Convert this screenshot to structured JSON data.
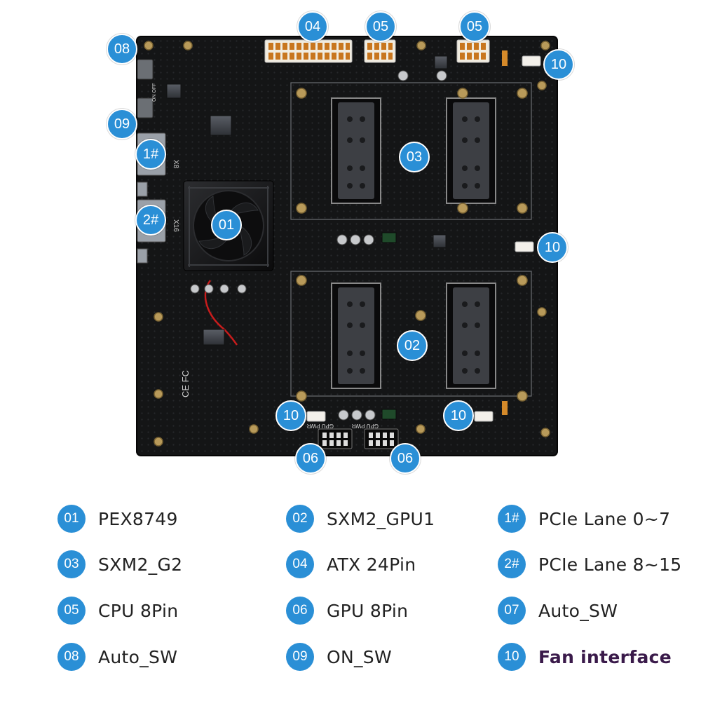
{
  "board": {
    "silkscreen": {
      "x8": "X8",
      "x16": "X16",
      "gpu_pwr": "GPU PWR",
      "fc_ce": "CE FC",
      "on_off": "ON OFF"
    },
    "callouts": [
      {
        "id": "c01",
        "label": "01"
      },
      {
        "id": "c02",
        "label": "02"
      },
      {
        "id": "c03",
        "label": "03"
      },
      {
        "id": "c04",
        "label": "04"
      },
      {
        "id": "c05a",
        "label": "05"
      },
      {
        "id": "c05b",
        "label": "05"
      },
      {
        "id": "c06a",
        "label": "06"
      },
      {
        "id": "c06b",
        "label": "06"
      },
      {
        "id": "c08",
        "label": "08"
      },
      {
        "id": "c09",
        "label": "09"
      },
      {
        "id": "c1h",
        "label": "1#"
      },
      {
        "id": "c2h",
        "label": "2#"
      },
      {
        "id": "c10a",
        "label": "10"
      },
      {
        "id": "c10b",
        "label": "10"
      },
      {
        "id": "c10c",
        "label": "10"
      },
      {
        "id": "c10d",
        "label": "10"
      }
    ]
  },
  "legend": {
    "items": [
      {
        "badge": "01",
        "label": "PEX8749"
      },
      {
        "badge": "02",
        "label": "SXM2_GPU1"
      },
      {
        "badge": "1#",
        "label": "PCIe Lane 0~7"
      },
      {
        "badge": "03",
        "label": "SXM2_G2"
      },
      {
        "badge": "04",
        "label": "ATX 24Pin"
      },
      {
        "badge": "2#",
        "label": "PCIe Lane 8~15"
      },
      {
        "badge": "05",
        "label": "CPU 8Pin"
      },
      {
        "badge": "06",
        "label": "GPU 8Pin"
      },
      {
        "badge": "07",
        "label": "Auto_SW"
      },
      {
        "badge": "08",
        "label": "Auto_SW"
      },
      {
        "badge": "09",
        "label": "ON_SW"
      },
      {
        "badge": "10",
        "label": "Fan interface"
      }
    ]
  },
  "colors": {
    "accent": "#2a8fd6",
    "board": "#121314",
    "gold": "#b89a5a",
    "emphasis_label": "#3a1a4a"
  }
}
